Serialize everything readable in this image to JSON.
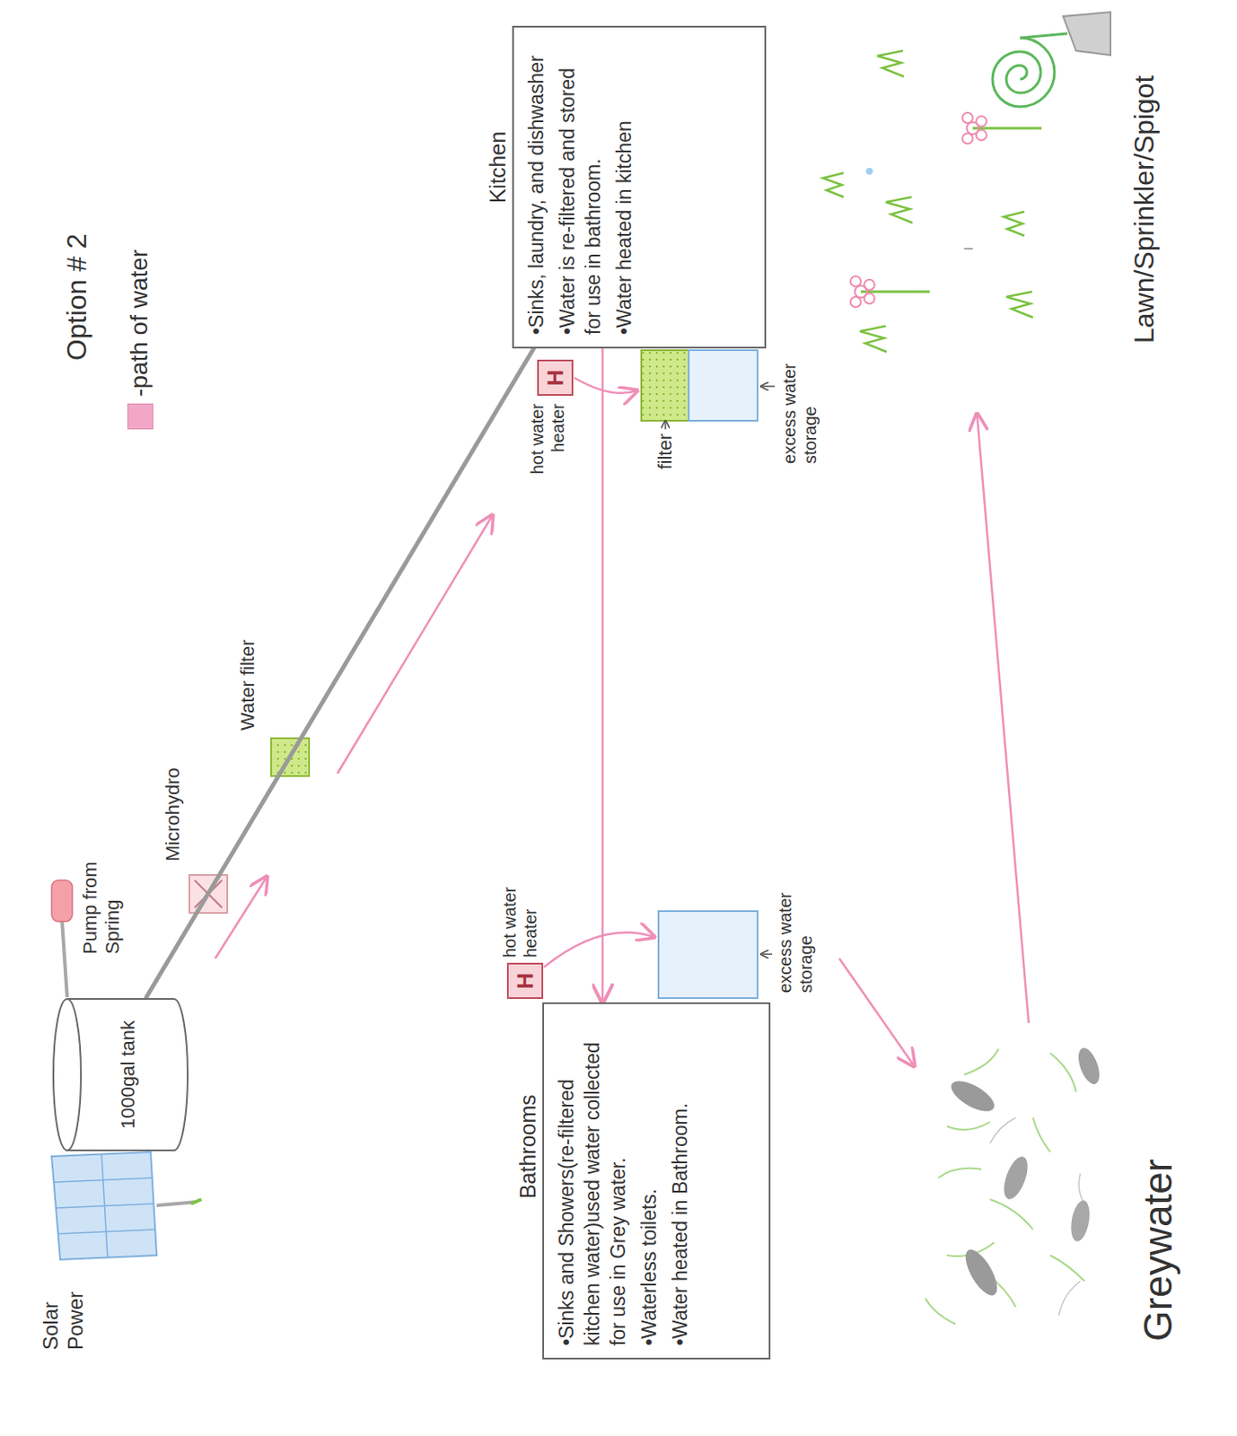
{
  "diagram": {
    "title": "Option # 2",
    "nodes": [
      {
        "text": [
          "1000gal tank"
        ]
      },
      {
        "text": [
          "Kitchen",
          "•Sinks, laundry, and dishwasher",
          "•Water is re-filtered and stored for use in bathroom.",
          "•Water heated in kitchen"
        ]
      },
      {
        "text": [
          "Bathrooms",
          "•Sinks and Showers(re-filtered kitchen water)used water collected for use in Grey water.",
          "•Waterless toilets.",
          "•Water heated in Bathroom."
        ]
      }
    ],
    "edges": [
      {
        "from": 0,
        "to": 1,
        "arrow": "none"
      },
      {
        "from": 1,
        "to": 2,
        "arrow": "to"
      }
    ],
    "labels": [
      "Solar Power",
      "Pump from Spring",
      "Microhydro",
      "Water filter",
      "H",
      "hot water heater",
      "filter",
      "excess water storage",
      "H",
      "hot water heater",
      "excess water storage",
      "Greywater",
      "Lawn/Sprinkler/Spigot"
    ],
    "legend": [
      {
        "text": "-path of water",
        "color": "#f2a7c8"
      }
    ]
  }
}
